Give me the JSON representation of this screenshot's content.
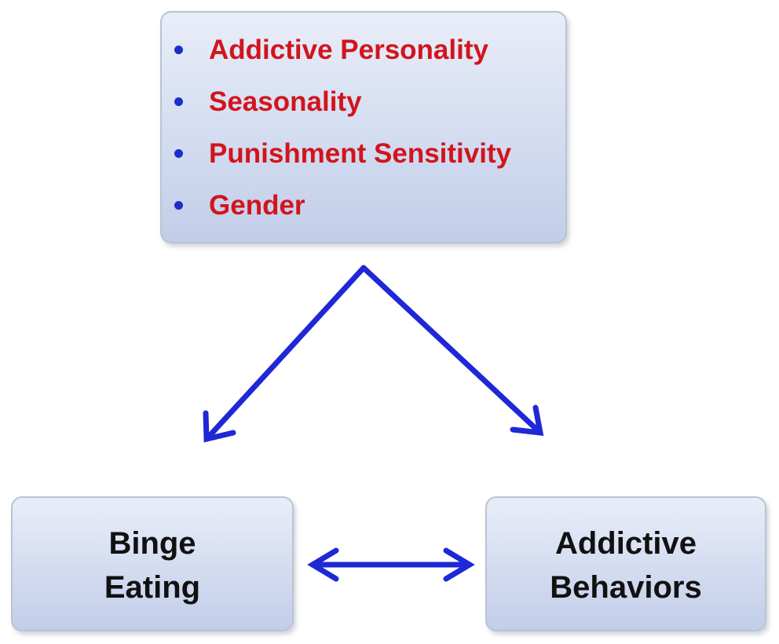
{
  "factors": {
    "items": [
      {
        "label": "Addictive Personality"
      },
      {
        "label": "Seasonality"
      },
      {
        "label": "Punishment Sensitivity"
      },
      {
        "label": "Gender"
      }
    ]
  },
  "binge_eating": {
    "line1": "Binge",
    "line2": "Eating"
  },
  "addictive_behaviors": {
    "line1": "Addictive",
    "line2": "Behaviors"
  },
  "colors": {
    "factor_text": "#d2141c",
    "bullet": "#1a2fc8",
    "arrow": "#1e28d6",
    "box_fill": "#d3dcf0",
    "box_border": "#b9c3d3"
  }
}
